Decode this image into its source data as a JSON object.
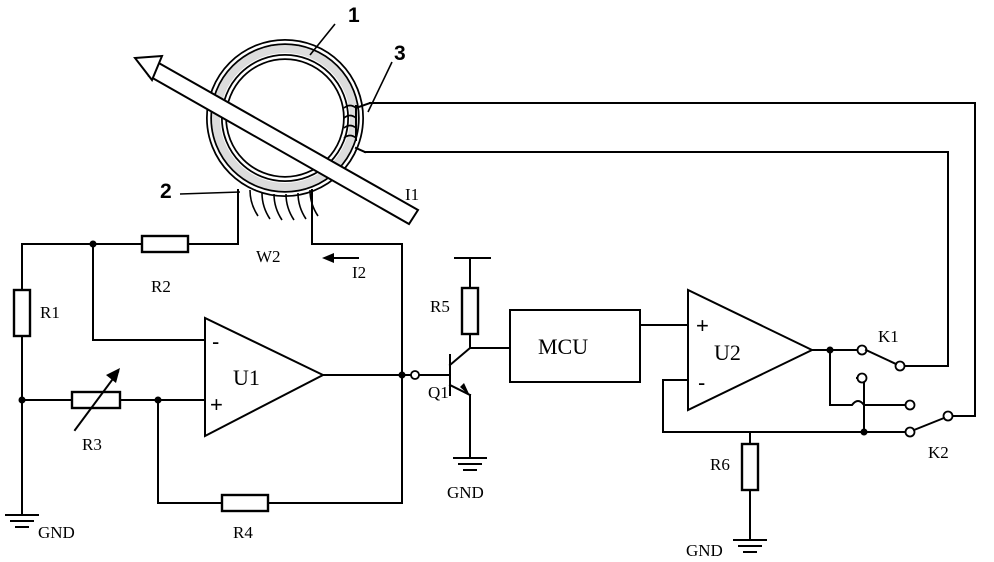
{
  "labels": {
    "ring": "1",
    "winding_w2": "2",
    "winding_3": "3",
    "current_i1": "I1",
    "current_i2": "I2",
    "w2": "W2",
    "r1": "R1",
    "r2": "R2",
    "r3": "R3",
    "r4": "R4",
    "r5": "R5",
    "r6": "R6",
    "u1": "U1",
    "u2": "U2",
    "q1": "Q1",
    "mcu": "MCU",
    "k1": "K1",
    "k2": "K2",
    "gnd_left": "GND",
    "gnd_q1": "GND",
    "gnd_r6": "GND",
    "u1_minus": "-",
    "u1_plus": "+",
    "u2_plus": "+",
    "u2_minus": "-"
  }
}
